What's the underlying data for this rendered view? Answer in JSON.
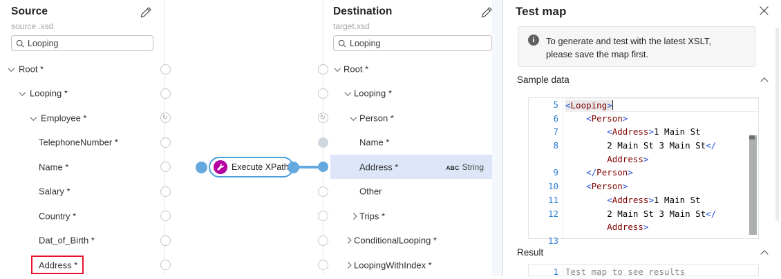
{
  "colors": {
    "accent_blue": "#63a8de",
    "node_border_blue": "#4a9ed9",
    "function_magenta": "#b4009e",
    "selected_row_blue": "#dce6f8",
    "annotation_red": "#e8112d",
    "code_punct": "#2450d8",
    "code_tag": "#800000",
    "code_text": "#000000",
    "line_number_blue": "#2b7cd3"
  },
  "icons": {
    "edit": "pencil-icon",
    "search": "magnifier-icon",
    "close": "x-icon",
    "info": "info-circle-icon",
    "loop_handle": "↻",
    "section_collapse": "chevron-up-icon",
    "function": "wrench-icon"
  },
  "source_panel": {
    "title": "Source",
    "subtitle": "source .xsd",
    "search_value": "Looping",
    "tree": [
      {
        "label": "Root *",
        "level": 0,
        "chevron": "down"
      },
      {
        "label": "Looping *",
        "level": 1,
        "chevron": "down"
      },
      {
        "label": "Employee *",
        "level": 2,
        "chevron": "down",
        "handle": "loop"
      },
      {
        "label": "TelephoneNumber *",
        "level": 3
      },
      {
        "label": "Name *",
        "level": 3
      },
      {
        "label": "Salary *",
        "level": 3
      },
      {
        "label": "Country *",
        "level": 3
      },
      {
        "label": "Dat_of_Birth *",
        "level": 3
      },
      {
        "label": "Address *",
        "level": 3,
        "annotated": true
      }
    ]
  },
  "destination_panel": {
    "title": "Destination",
    "subtitle": "target.xsd",
    "search_value": "Looping",
    "tree": [
      {
        "label": "Root *",
        "level": 0,
        "chevron": "down"
      },
      {
        "label": "Looping *",
        "level": 1,
        "chevron": "down"
      },
      {
        "label": "Person *",
        "level": 2,
        "chevron": "down",
        "handle": "loop"
      },
      {
        "label": "Name *",
        "level": 3,
        "handle": "gray"
      },
      {
        "label": "Address *",
        "level": 3,
        "handle": "blue",
        "selected": true,
        "badge_abc": "ABC",
        "badge_type": "String"
      },
      {
        "label": "Other",
        "level": 3
      },
      {
        "label": "Trips *",
        "level": 2,
        "chevron": "right"
      },
      {
        "label": "ConditionalLooping *",
        "level": 1,
        "chevron": "right"
      },
      {
        "label": "LoopingWithIndex *",
        "level": 1,
        "chevron": "right"
      }
    ]
  },
  "function_node": {
    "label": "Execute XPath"
  },
  "test_panel": {
    "title": "Test map",
    "info_line1": "To generate and test with the latest XSLT,",
    "info_line2": "please save the map first.",
    "sample_label": "Sample data",
    "result_label": "Result",
    "sample_lines": [
      {
        "num": "5",
        "ind": 0,
        "tok": [
          [
            "p",
            "<"
          ],
          [
            "t",
            "Looping"
          ],
          [
            "p",
            ">"
          ]
        ],
        "current": true,
        "highlight": true,
        "cursor": true
      },
      {
        "num": "6",
        "ind": 4,
        "tok": [
          [
            "p",
            "<"
          ],
          [
            "t",
            "Person"
          ],
          [
            "p",
            ">"
          ]
        ]
      },
      {
        "num": "7",
        "ind": 8,
        "tok": [
          [
            "p",
            "<"
          ],
          [
            "t",
            "Address"
          ],
          [
            "p",
            ">"
          ],
          [
            "x",
            "1 Main St"
          ]
        ]
      },
      {
        "num": "8",
        "ind": 8,
        "tok": [
          [
            "x",
            "2 Main St 3 Main St"
          ],
          [
            "p",
            "</"
          ]
        ]
      },
      {
        "num": "",
        "ind": 8,
        "tok": [
          [
            "t",
            "Address"
          ],
          [
            "p",
            ">"
          ]
        ]
      },
      {
        "num": "9",
        "ind": 4,
        "tok": [
          [
            "p",
            "</"
          ],
          [
            "t",
            "Person"
          ],
          [
            "p",
            ">"
          ]
        ]
      },
      {
        "num": "10",
        "ind": 4,
        "tok": [
          [
            "p",
            "<"
          ],
          [
            "t",
            "Person"
          ],
          [
            "p",
            ">"
          ]
        ]
      },
      {
        "num": "11",
        "ind": 8,
        "tok": [
          [
            "p",
            "<"
          ],
          [
            "t",
            "Address"
          ],
          [
            "p",
            ">"
          ],
          [
            "x",
            "1 Main St"
          ]
        ]
      },
      {
        "num": "12",
        "ind": 8,
        "tok": [
          [
            "x",
            "2 Main St 3 Main St"
          ],
          [
            "p",
            "</"
          ]
        ]
      },
      {
        "num": "",
        "ind": 8,
        "tok": [
          [
            "t",
            "Address"
          ],
          [
            "p",
            ">"
          ]
        ]
      },
      {
        "num": "13",
        "ind": 0,
        "tok": []
      }
    ],
    "result_line": {
      "num": "1",
      "text": "Test map to see results"
    }
  }
}
